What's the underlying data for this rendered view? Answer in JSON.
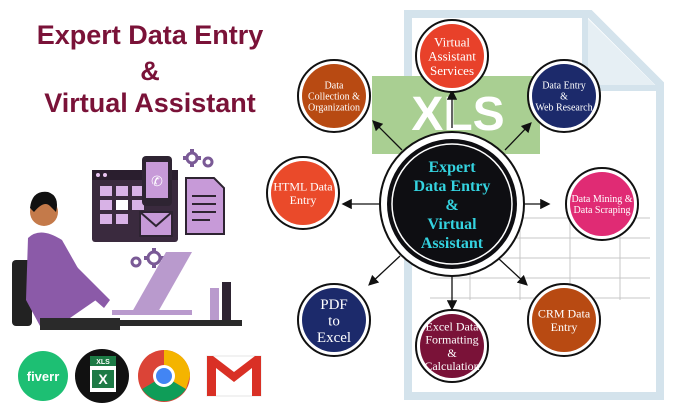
{
  "headline": {
    "line1": "Expert Data Entry",
    "line2": "&",
    "line3": "Virtual Assistant"
  },
  "document_badge": "XLS",
  "center": {
    "line1": "Expert",
    "line2": "Data Entry",
    "line3": "&",
    "line4": "Virtual",
    "line5": "Assistant"
  },
  "services": [
    {
      "lines": [
        "Virtual",
        "Assistant",
        "Services"
      ],
      "color": "#e8412a"
    },
    {
      "lines": [
        "Data Entry",
        "&",
        "Web Research"
      ],
      "color": "#1c2a6b"
    },
    {
      "lines": [
        "Data Mining &",
        "Data Scraping"
      ],
      "color": "#e02b74"
    },
    {
      "lines": [
        "CRM Data",
        "Entry"
      ],
      "color": "#b84a12"
    },
    {
      "lines": [
        "Excel Data",
        "Formatting",
        "&",
        "Calculation"
      ],
      "color": "#7a1238"
    },
    {
      "lines": [
        "PDF",
        "to",
        "Excel"
      ],
      "color": "#1c2a6b"
    },
    {
      "lines": [
        "HTML Data",
        "Entry"
      ],
      "color": "#ea4a2a"
    },
    {
      "lines": [
        "Data",
        "Collection &",
        "Organization"
      ],
      "color": "#b84a12"
    }
  ],
  "logos": {
    "fiverr": "fiverr",
    "excel": "XLS",
    "excel_letter": "X"
  },
  "colors": {
    "title": "#7a1238",
    "center_text": "#34d3e0",
    "center_fill": "#0e0e12",
    "fiverr_green": "#1dbf73"
  }
}
